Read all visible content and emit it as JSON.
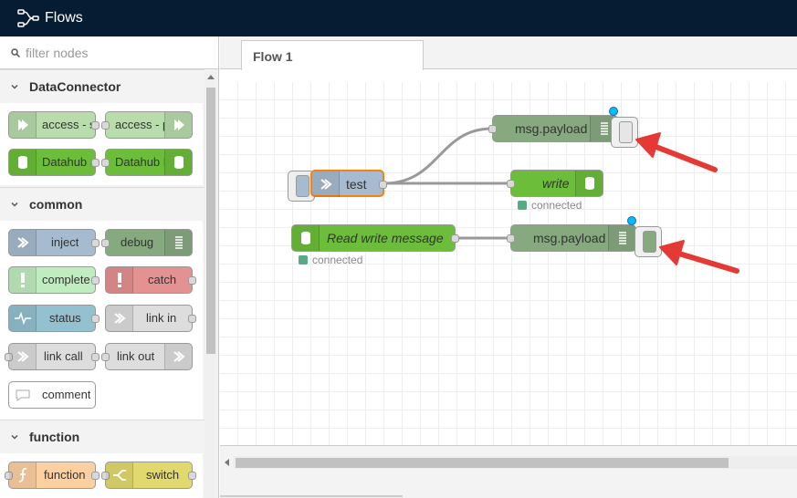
{
  "header": {
    "title": "Flows"
  },
  "palette": {
    "search_placeholder": "filter nodes",
    "categories": [
      {
        "name": "DataConnector",
        "nodes": [
          {
            "label": "access - subscribe",
            "color": "#b8dcac",
            "icon": "arrow-in-icon"
          },
          {
            "label": "access - publish",
            "color": "#b8dcac",
            "icon": "arrow-out-icon"
          },
          {
            "label": "Datahub Subscribe",
            "color": "#6cbd3a",
            "icon": "database-icon"
          },
          {
            "label": "Datahub Publish",
            "color": "#6cbd3a",
            "icon": "database-icon"
          }
        ]
      },
      {
        "name": "common",
        "nodes": [
          {
            "label": "inject",
            "color": "#a6bbcf",
            "icon": "inject-arrow-icon"
          },
          {
            "label": "debug",
            "color": "#87a980",
            "icon": "debug-list-icon"
          },
          {
            "label": "complete",
            "color": "#c0edc0",
            "icon": "exclamation-icon"
          },
          {
            "label": "catch",
            "color": "#e49191",
            "icon": "exclamation-icon"
          },
          {
            "label": "status",
            "color": "#94c1d0",
            "icon": "pulse-icon"
          },
          {
            "label": "link in",
            "color": "#dddddd",
            "icon": "link-in-icon"
          },
          {
            "label": "link call",
            "color": "#dddddd",
            "icon": "link-call-icon"
          },
          {
            "label": "link out",
            "color": "#dddddd",
            "icon": "link-out-icon"
          },
          {
            "label": "comment",
            "color": "#ffffff",
            "icon": "comment-icon"
          }
        ]
      },
      {
        "name": "function",
        "nodes": [
          {
            "label": "function",
            "color": "#fdd0a2",
            "icon": "function-icon"
          },
          {
            "label": "switch",
            "color": "#e2d96e",
            "icon": "switch-icon"
          }
        ]
      }
    ]
  },
  "workspace": {
    "tab_label": "Flow 1",
    "nodes": {
      "test": {
        "label": "test",
        "color": "#a6bbcf"
      },
      "debug1": {
        "label": "msg.payload",
        "color": "#87a980"
      },
      "write": {
        "label": "write",
        "color": "#6cbd3a",
        "status": "connected"
      },
      "read": {
        "label": "Read write message",
        "color": "#6cbd3a",
        "status": "connected"
      },
      "debug2": {
        "label": "msg.payload",
        "color": "#87a980"
      }
    },
    "arrow_color": "#e53935"
  }
}
